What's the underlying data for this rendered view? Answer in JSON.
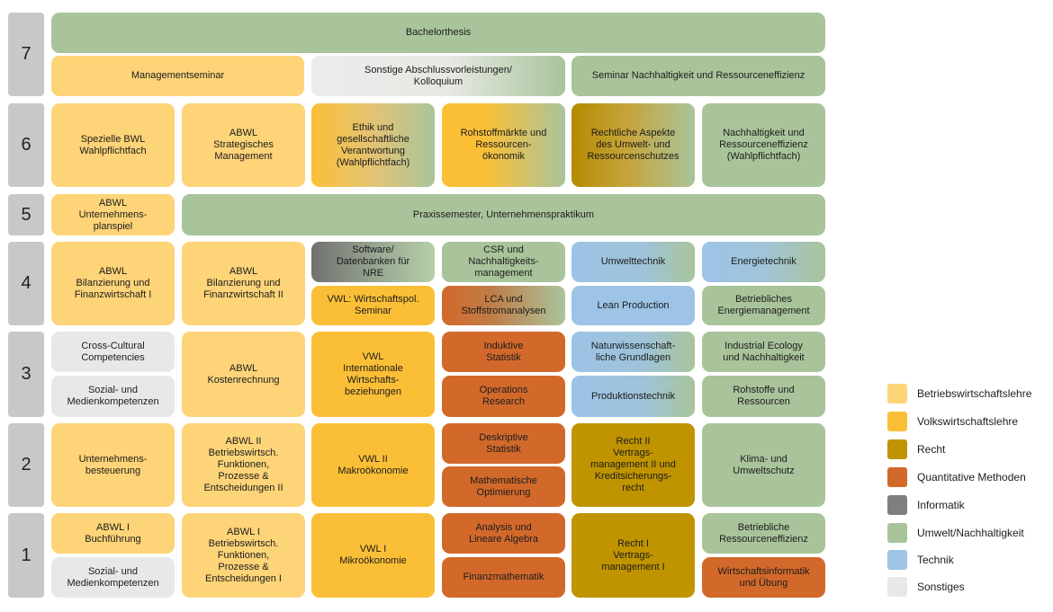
{
  "semesters": [
    "7",
    "6",
    "5",
    "4",
    "3",
    "2",
    "1"
  ],
  "modules": {
    "bachelorthesis": "Bachelorthesis",
    "managementseminar": "Managementseminar",
    "sonstige_abschluss": "Sonstige Abschlussvorleistungen/\nKolloquium",
    "seminar_nachhaltigkeit": "Seminar Nachhaltigkeit und Ressourceneffizienz",
    "spezielle_bwl": "Spezielle BWL\nWahlpflichtfach",
    "abwl_strategisch": "ABWL\nStrategisches\nManagement",
    "ethik": "Ethik und\ngesellschaftliche\nVerantwortung\n(Wahlpflichtfach)",
    "rohstoffmaerkte": "Rohstoffmärkte und\nRessourcen-\nökonomik",
    "rechtliche_aspekte": "Rechtliche Aspekte\ndes Umwelt- und\nRessourcenschutzes",
    "nachhaltigkeit_wpf": "Nachhaltigkeit und\nRessourceneffizienz\n(Wahlpflichtfach)",
    "planspiel": "ABWL\nUnternehmens-\nplanspiel",
    "praxissemester": "Praxissemester, Unternehmenspraktikum",
    "bilanzierung_1": "ABWL\nBilanzierung und\nFinanzwirtschaft I",
    "bilanzierung_2": "ABWL\nBilanzierung und\nFinanzwirtschaft II",
    "software": "Software/\nDatenbanken für\nNRE",
    "csr": "CSR und\nNachhaltigkeits-\nmanagement",
    "umwelttechnik": "Umwelttechnik",
    "energietechnik": "Energietechnik",
    "wirtschaftspol": "VWL: Wirtschaftspol.\nSeminar",
    "lca": "LCA und\nStoffstromanalysen",
    "lean": "Lean Production",
    "energiemanagement": "Betriebliches\nEnergiemanagement",
    "cross_cultural": "Cross-Cultural\nCompetencies",
    "kostenrechnung": "ABWL\nKostenrechnung",
    "vwl_international": "VWL\nInternationale\nWirtschafts-\nbeziehungen",
    "induktive": "Induktive\nStatistik",
    "naturwiss": "Naturwissenschaft-\nliche Grundlagen",
    "industrial_ecology": "Industrial Ecology\nund Nachhaltigkeit",
    "sozial_3": "Sozial- und\nMedienkompetenzen",
    "operations": "Operations\nResearch",
    "produktionstechnik": "Produktionstechnik",
    "rohstoffe": "Rohstoffe und\nRessourcen",
    "besteuerung": "Unternehmens-\nbesteuerung",
    "abwl_2": "ABWL II\nBetriebswirtsch.\nFunktionen,\nProzesse &\nEntscheidungen II",
    "vwl_2": "VWL II\nMakroökonomie",
    "deskriptive": "Deskriptive\nStatistik",
    "optimierung": "Mathematische\nOptimierung",
    "recht_2": "Recht II\nVertrags-\nmanagement II und\nKreditsicherungs-\nrecht",
    "klima": "Klima- und\nUmweltschutz",
    "buchfuehrung": "ABWL I\nBuchführung",
    "abwl_1": "ABWL I\nBetriebswirtsch.\nFunktionen,\nProzesse &\nEntscheidungen I",
    "vwl_1": "VWL I\nMikroökonomie",
    "analysis": "Analysis und\nLineare Algebra",
    "recht_1": "Recht I\nVertrags-\nmanagement I",
    "ressourceneffizienz": "Betriebliche\nRessourceneffizienz",
    "sozial_1": "Sozial- und\nMedienkompetenzen",
    "finanzmathematik": "Finanzmathematik",
    "wirtschaftsinformatik": "Wirtschaftsinformatik\nund Übung"
  },
  "legend": [
    {
      "label": "Betriebswirtschaftslehre",
      "color": "#fdd478"
    },
    {
      "label": "Volkswirtschaftslehre",
      "color": "#fbbf37"
    },
    {
      "label": "Recht",
      "color": "#c09400"
    },
    {
      "label": "Quantitative Methoden",
      "color": "#d2692b"
    },
    {
      "label": "Informatik",
      "color": "#7f7f7f"
    },
    {
      "label": "Umwelt/Nachhaltigkeit",
      "color": "#a9c49b"
    },
    {
      "label": "Technik",
      "color": "#9dc3e6"
    },
    {
      "label": "Sonstiges",
      "color": "#e8e8e8"
    }
  ]
}
